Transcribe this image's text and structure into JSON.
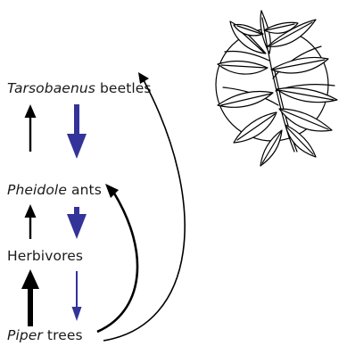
{
  "levels": [
    {
      "id": "beetles",
      "italic": "Tarsobaenus",
      "rest": " beetles"
    },
    {
      "id": "ants",
      "italic": "Pheidole",
      "rest": " ants"
    },
    {
      "id": "herbivores",
      "italic": "",
      "rest": "Herbivores"
    },
    {
      "id": "piper",
      "italic": "Piper",
      "rest": " trees"
    }
  ],
  "arrows": {
    "upward": {
      "meaning": "bottom-up",
      "color": "#000000"
    },
    "downward": {
      "meaning": "top-down",
      "color": "#333399"
    }
  },
  "icons": {
    "plant": "piper-plant-icon"
  }
}
